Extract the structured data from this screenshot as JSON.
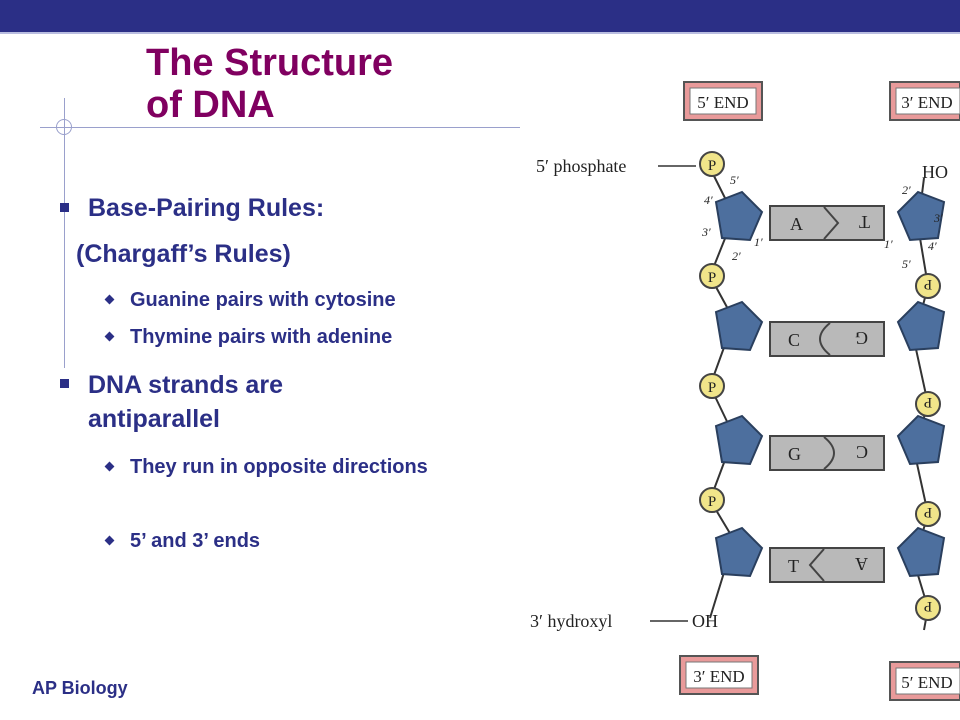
{
  "slide": {
    "title_line1": "The Structure",
    "title_line2": "of DNA",
    "footer": "AP Biology"
  },
  "bullets": {
    "b1": "Base-Pairing Rules:",
    "b1_sub": "(Chargaff’s Rules)",
    "b1_items": [
      "Guanine pairs with cytosine",
      "Thymine pairs with adenine"
    ],
    "b2": "DNA strands are antiparallel",
    "b2_items": [
      "They run in opposite directions",
      "5’ and 3’ ends"
    ]
  },
  "diagram": {
    "labels": {
      "top_left_end": "5′ END",
      "top_right_end": "3′ END",
      "bottom_left_end": "3′ END",
      "bottom_right_end": "5′ END",
      "phosphate": "5′ phosphate",
      "hydroxyl": "3′ hydroxyl",
      "ho": "HO",
      "oh": "OH",
      "p": "P",
      "c5": "5′",
      "c4": "4′",
      "c3": "3′",
      "c2": "2′",
      "c1": "1′"
    },
    "pairs": [
      {
        "left": "A",
        "right": "T"
      },
      {
        "left": "C",
        "right": "G"
      },
      {
        "left": "G",
        "right": "C"
      },
      {
        "left": "T",
        "right": "A"
      }
    ],
    "colors": {
      "sugar": "#4d6f9e",
      "phosphate": "#f1e58a",
      "base": "#b9b9b9",
      "end_box": "#e99a9a"
    }
  }
}
